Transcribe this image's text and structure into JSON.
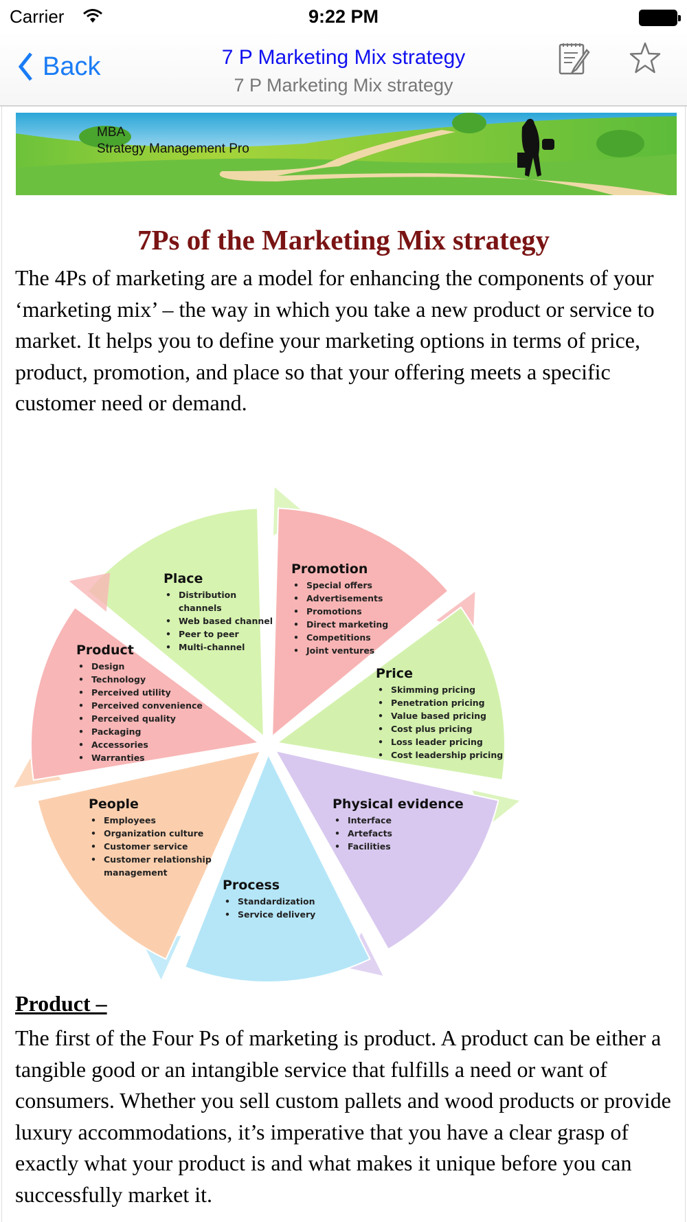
{
  "status_bar": {
    "carrier": "Carrier",
    "time": "9:22 PM"
  },
  "nav": {
    "back_label": "Back",
    "title": "7 P Marketing Mix strategy",
    "subtitle": "7 P Marketing Mix strategy"
  },
  "banner": {
    "line1": "MBA",
    "line2": "Strategy Management Pro"
  },
  "article": {
    "heading": "7Ps of the Marketing Mix strategy",
    "intro": "The 4Ps of marketing are a model for enhancing the components of your ‘marketing mix’ – the way in which you take a new product or service to market. It helps you to define your marketing options in terms of price, product, promotion, and place so that your offering meets a specific customer need or demand.",
    "section_title": "Product –",
    "section_text": "The first of the Four Ps of marketing is product. A product can be either a tangible good or an intangible service that fulfills a need or want of consumers. Whether you sell custom pallets and wood products or provide luxury accommodations, it’s imperative that you have a clear grasp of exactly what your product is and what makes it unique before you can successfully market it."
  },
  "diagram": {
    "segments": [
      {
        "label": "Place",
        "color": "#d6f3b0",
        "items": [
          "Distribution",
          "channels",
          "Web based channel",
          "Peer to peer",
          "Multi-channel"
        ]
      },
      {
        "label": "Promotion",
        "color": "#f8b4b4",
        "items": [
          "Special offers",
          "Advertisements",
          "Promotions",
          "Direct marketing",
          "Competitions",
          "Joint ventures"
        ]
      },
      {
        "label": "Price",
        "color": "#d3f1ad",
        "items": [
          "Skimming pricing",
          "Penetration pricing",
          "Value based pricing",
          "Cost plus pricing",
          "Loss leader pricing",
          "Cost leadership pricing"
        ]
      },
      {
        "label": "Physical evidence",
        "color": "#d8c8ef",
        "items": [
          "Interface",
          "Artefacts",
          "Facilities"
        ]
      },
      {
        "label": "Process",
        "color": "#b5e6f8",
        "items": [
          "Standardization",
          "Service delivery"
        ]
      },
      {
        "label": "People",
        "color": "#fbcfae",
        "items": [
          "Employees",
          "Organization culture",
          "Customer service",
          "Customer relationship",
          "management"
        ]
      },
      {
        "label": "Product",
        "color": "#f8b6b6",
        "items": [
          "Design",
          "Technology",
          "Perceived utility",
          "Perceived convenience",
          "Perceived quality",
          "Packaging",
          "Accessories",
          "Warranties"
        ]
      }
    ]
  }
}
